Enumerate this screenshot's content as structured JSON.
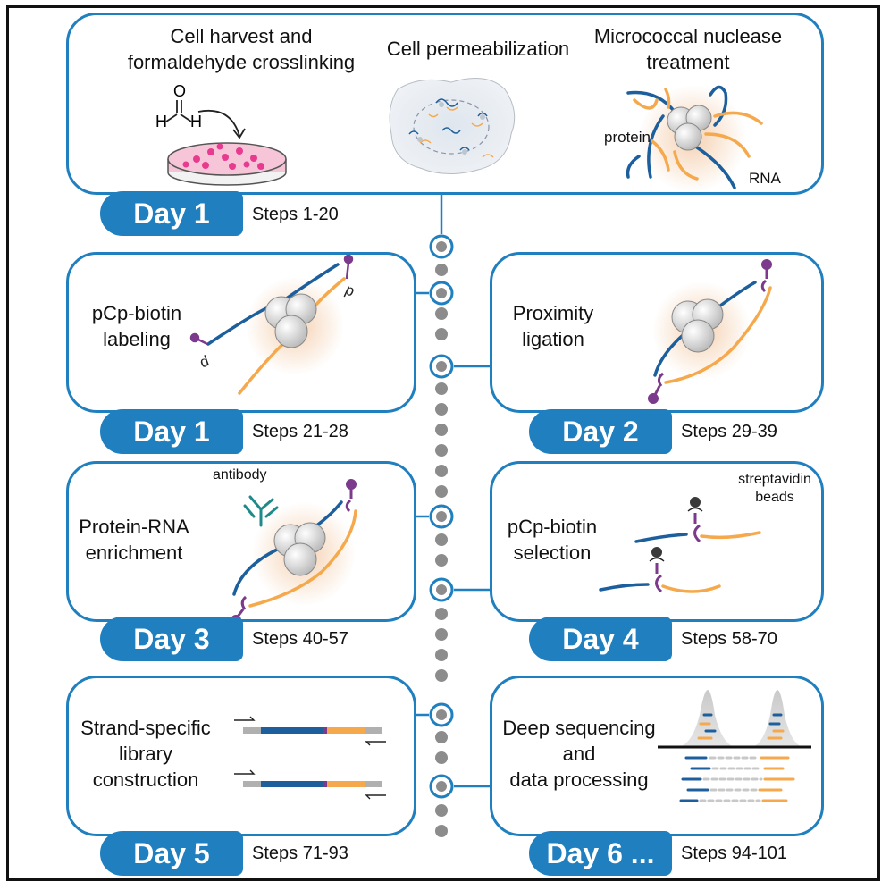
{
  "top_panel": {
    "step1": {
      "line1": "Cell harvest and",
      "line2": "formaldehyde crosslinking"
    },
    "step2": {
      "line1": "Cell permeabilization"
    },
    "step3": {
      "line1": "Micrococcal nuclease",
      "line2": "treatment"
    },
    "labels": {
      "protein": "protein",
      "rna": "RNA"
    },
    "atoms": {
      "o": "O",
      "h": "H"
    }
  },
  "panels": [
    {
      "id": "labeling",
      "title_lines": [
        "pCp-biotin",
        "labeling"
      ],
      "day": "Day 1",
      "steps": "Steps 21-28",
      "p_glyph": "p"
    },
    {
      "id": "ligation",
      "title_lines": [
        "Proximity",
        "ligation"
      ],
      "day": "Day 2",
      "steps": "Steps 29-39"
    },
    {
      "id": "enrichment",
      "title_lines": [
        "Protein-RNA",
        "enrichment"
      ],
      "day": "Day 3",
      "steps": "Steps 40-57",
      "note": "antibody"
    },
    {
      "id": "selection",
      "title_lines": [
        "pCp-biotin",
        "selection"
      ],
      "day": "Day 4",
      "steps": "Steps 58-70",
      "note_lines": [
        "streptavidin",
        "beads"
      ]
    },
    {
      "id": "library",
      "title_lines": [
        "Strand-specific",
        "library",
        "construction"
      ],
      "day": "Day 5",
      "steps": "Steps 71-93"
    },
    {
      "id": "sequencing",
      "title_lines": [
        "Deep sequencing",
        "and",
        "data processing"
      ],
      "day": "Day 6 ...",
      "steps": "Steps 94-101"
    }
  ],
  "top_day": {
    "day": "Day 1",
    "steps": "Steps 1-20"
  },
  "colors": {
    "accent": "#1f7fbf",
    "rna_blue": "#1c5f9c",
    "rna_orange": "#f5a94c",
    "biotin_purple": "#7b3a8c",
    "dish_pink": "#e83b8f"
  }
}
